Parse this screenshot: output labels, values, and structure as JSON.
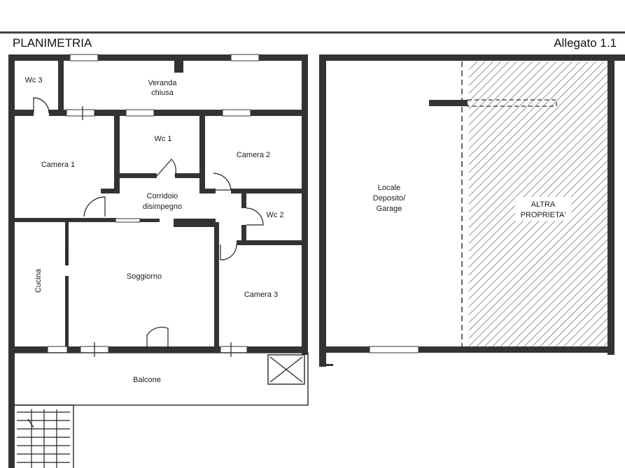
{
  "header": {
    "title": "PLANIMETRIA",
    "attachment": "Allegato 1.1"
  },
  "rooms": {
    "wc3": "Wc 3",
    "veranda": [
      "Veranda",
      "chiusa"
    ],
    "wc1": "Wc 1",
    "camera1": "Camera 1",
    "camera2": "Camera 2",
    "corridoio": [
      "Corridoio",
      "disimpegno"
    ],
    "wc2": "Wc 2",
    "cucina": "Cucina",
    "soggiorno": "Soggiorno",
    "camera3": "Camera 3",
    "balcone": "Balcone",
    "locale": [
      "Locale",
      "Deposito/",
      "Garage"
    ],
    "altra": [
      "ALTRA",
      "PROPRIETA'"
    ]
  },
  "colors": {
    "wall": "#333333",
    "line": "#222222",
    "background": "#ffffff"
  }
}
